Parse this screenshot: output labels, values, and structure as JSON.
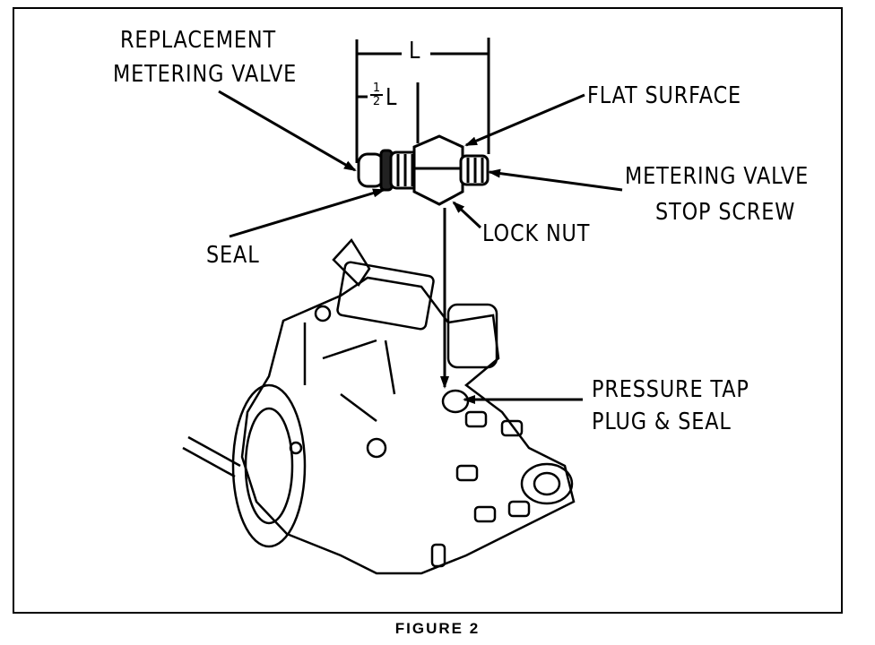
{
  "labels": {
    "replacement_metering_valve": [
      "REPLACEMENT",
      "METERING VALVE"
    ],
    "length": "L",
    "half_length": "L",
    "half_fraction_num": "1",
    "half_fraction_den": "2",
    "flat_surface": "FLAT SURFACE",
    "metering_valve_stop_screw": [
      "METERING VALVE",
      "STOP SCREW"
    ],
    "seal": "SEAL",
    "lock_nut": "LOCK NUT",
    "pressure_tap_plug_seal": [
      "PRESSURE TAP",
      "PLUG & SEAL"
    ]
  },
  "caption": "FIGURE 2"
}
